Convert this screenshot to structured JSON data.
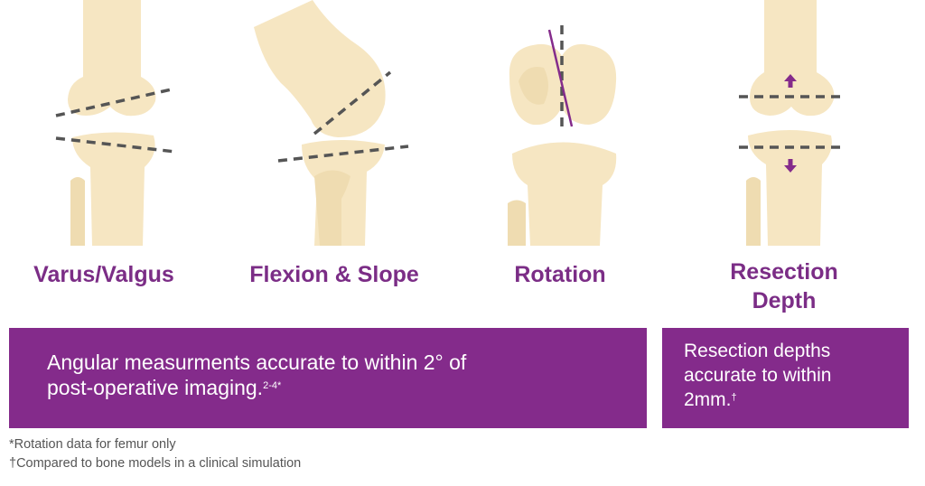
{
  "diagram": {
    "panels": [
      {
        "id": "varus-valgus",
        "label": "Varus/Valgus"
      },
      {
        "id": "flexion-slope",
        "label": "Flexion & Slope"
      },
      {
        "id": "rotation",
        "label": "Rotation"
      },
      {
        "id": "resection-depth",
        "label_line1": "Resection",
        "label_line2": "Depth"
      }
    ],
    "colors": {
      "bone": "#f6e6c2",
      "bone_dark": "#efdcb1",
      "accent": "#842b8b",
      "dash": "#555555"
    }
  },
  "boxes": {
    "angular": {
      "text": "Angular measurments accurate to within 2° of",
      "text2": "post-operative imaging.",
      "sup": "2-4*"
    },
    "resection": {
      "line1": "Resection depths",
      "line2": "accurate to within",
      "line3": "2mm.",
      "sup": "†"
    }
  },
  "footnotes": {
    "rotation": "*Rotation data for femur only",
    "compared": "†Compared to bone models in a clinical simulation"
  }
}
